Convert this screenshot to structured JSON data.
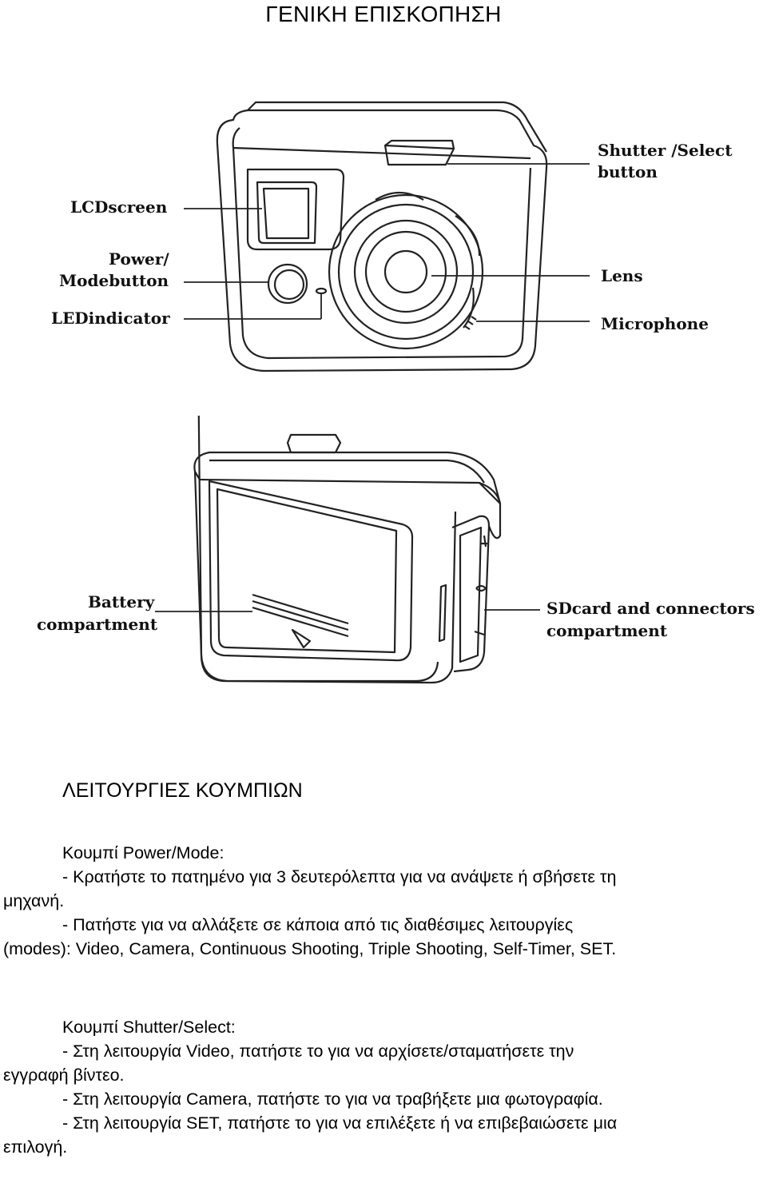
{
  "header": {
    "title": "ΓΕΝΙΚΗ ΕΠΙΣΚΟΠΗΣΗ"
  },
  "figure_front": {
    "labels": {
      "lcd_screen": "LCDscreen",
      "power_line1": "Power/",
      "power_line2": "Modebutton",
      "led_indicator": "LEDindicator",
      "shutter_line1": "Shutter /Select",
      "shutter_line2": "button",
      "lens": "Lens",
      "microphone": "Microphone"
    }
  },
  "figure_back": {
    "labels": {
      "battery_line1": "Battery",
      "battery_line2": "compartment",
      "sd_line1": "SDcard and connectors",
      "sd_line2": "compartment"
    }
  },
  "functions": {
    "title": "ΛΕΙΤΟΥΡΓΙΕΣ ΚΟΥΜΠΙΩΝ",
    "power_mode": {
      "heading": "Κουμπί Power/Mode:",
      "hold_line1": "- Κρατήστε το πατημένο για 3 δευτερόλεπτα για να ανάψετε ή σβήσετε τη",
      "hold_line2": "μηχανή.",
      "press_line1": "- Πατήστε για να αλλάξετε σε κάποια από τις διαθέσιμες λειτουργίες",
      "press_line2": "(modes): Video, Camera, Continuous Shooting, Triple Shooting, Self-Timer, SET."
    },
    "shutter_select": {
      "heading": "Κουμπί Shutter/Select:",
      "video_line1": "- Στη λειτουργία Video, πατήστε το για να αρχίσετε/σταματήσετε την",
      "video_line2": "εγγραφή βίντεο.",
      "camera_line": "- Στη λειτουργία Camera, πατήστε το για να τραβήξετε μια φωτογραφία.",
      "set_line1": "- Στη λειτουργία SET, πατήστε το για να επιλέξετε ή να επιβεβαιώσετε μια",
      "set_line2": "επιλογή."
    }
  }
}
